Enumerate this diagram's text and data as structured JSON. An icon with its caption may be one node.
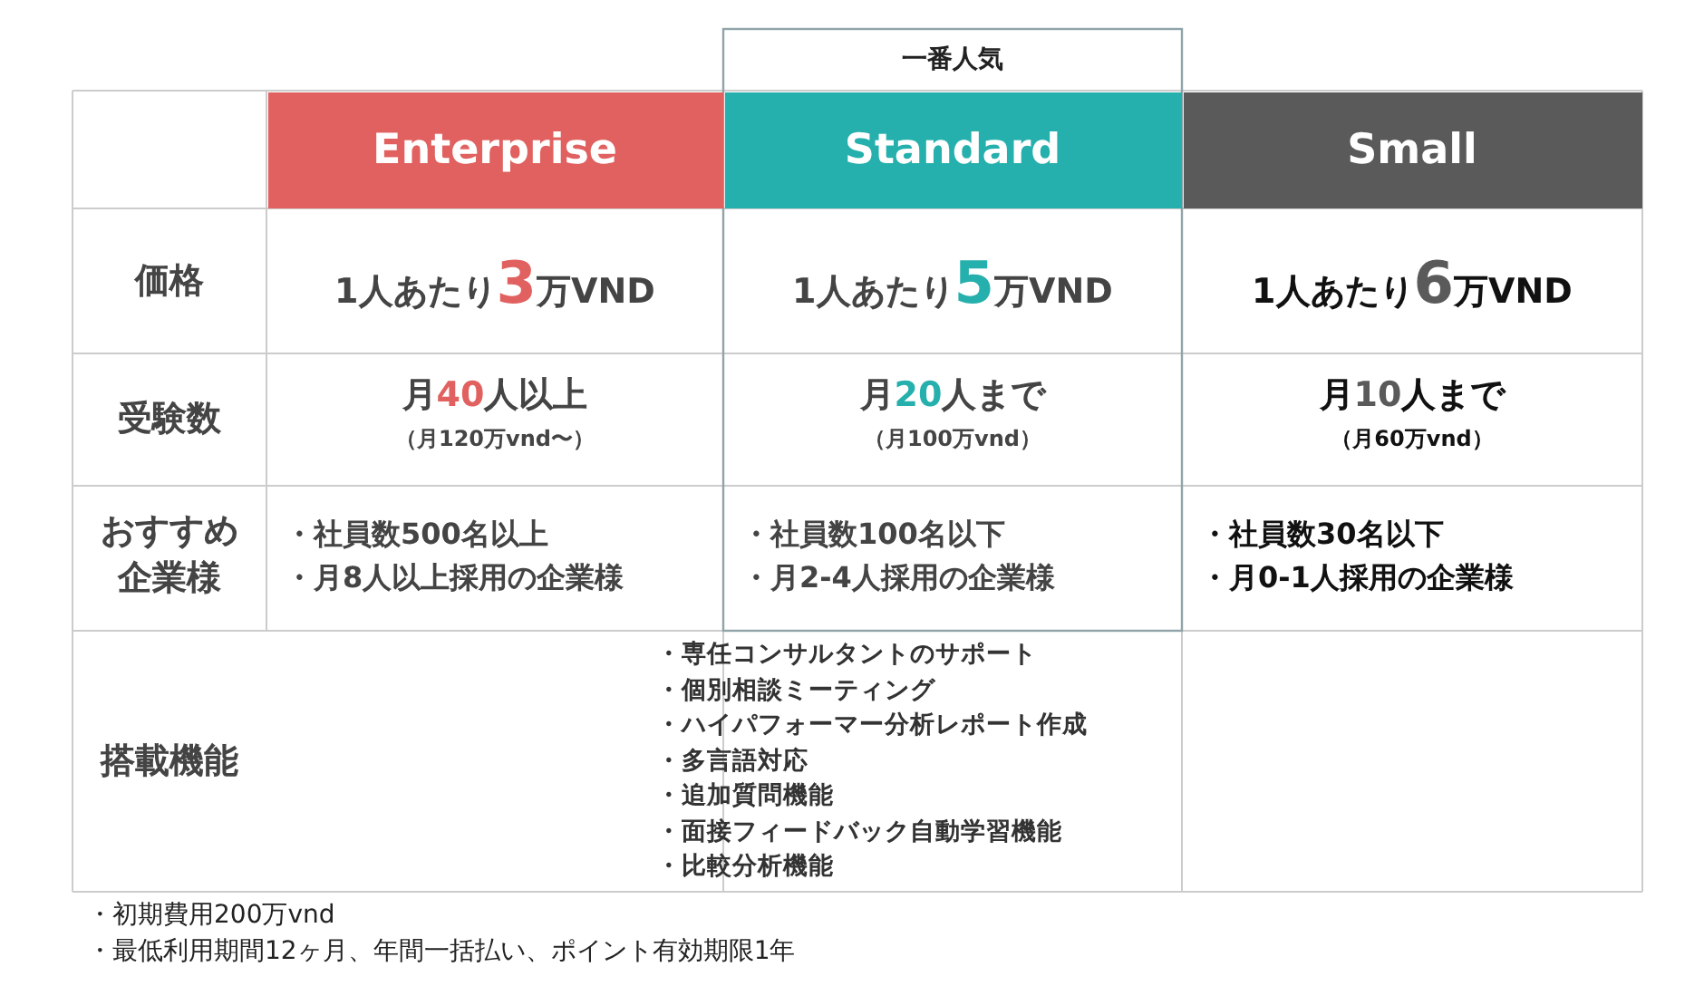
{
  "diagram": {
    "labels": [
      "一番人気",
      "Enterprise",
      "Standard",
      "Small",
      "価格",
      "1人あたり3万VND",
      "1人あたり5万VND",
      "1人あたり6万VND",
      "受験数",
      "月40人以上",
      "（月120万vnd〜）",
      "月20人まで",
      "（月100万vnd）",
      "月10人まで",
      "（月60万vnd）",
      "おすすめ企業様",
      "・社員数500名以上",
      "・月8人以上採用の企業様",
      "・社員数100名以下",
      "・月2-4人採用の企業様",
      "・社員数30名以下",
      "・月0-1人採用の企業様",
      "搭載機能",
      "・専任コンサルタントのサポート",
      "・個別相談ミーティング",
      "・ハイパフォーマー分析レポート作成",
      "・多言語対応",
      "・追加質問機能",
      "・面接フィードバック自動学習機能",
      "・比較分析機能",
      "・初期費用200万vnd",
      "・最低利用期間12ヶ月、年間一括払い、ポイント有効期限1年"
    ]
  }
}
